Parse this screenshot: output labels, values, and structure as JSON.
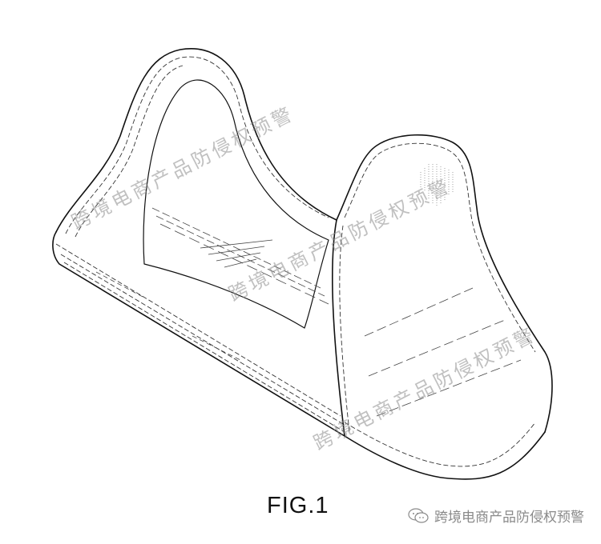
{
  "figure": {
    "caption": "FIG.1",
    "subject": "ornamental design drawing of a saddle-shaped cradle with two rounded upright arches joined by a curved base",
    "style": "black line art with dashed shading lines on white background"
  },
  "watermarks": [
    {
      "text": "跨境电商产品防侵权预警"
    },
    {
      "text": "跨境电商产品防侵权预警"
    },
    {
      "text": "跨境电商产品防侵权预警"
    }
  ],
  "credit": {
    "icon": "wechat-icon",
    "text": "跨境电商产品防侵权预警"
  },
  "colors": {
    "line": "#111111",
    "watermark": "#8c8c8c",
    "background": "#ffffff"
  }
}
